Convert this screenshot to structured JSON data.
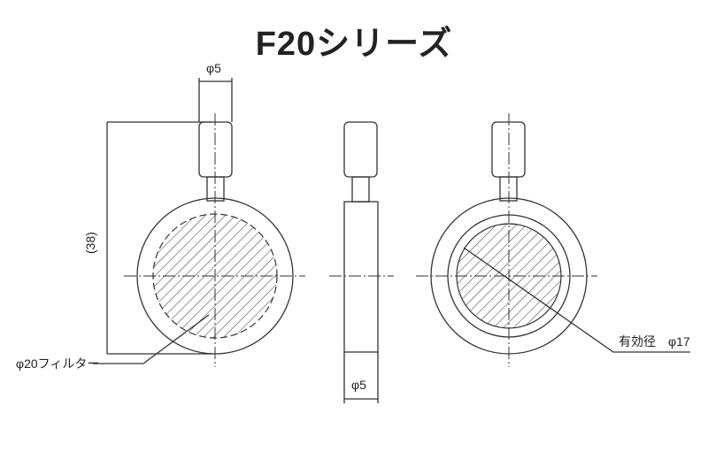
{
  "title": "F20シリーズ",
  "labels": {
    "knob_width": "φ5",
    "height": "(38)",
    "thickness": "φ5",
    "filter": "φ20フィルター",
    "effective_diameter": "有効径　φ17"
  }
}
